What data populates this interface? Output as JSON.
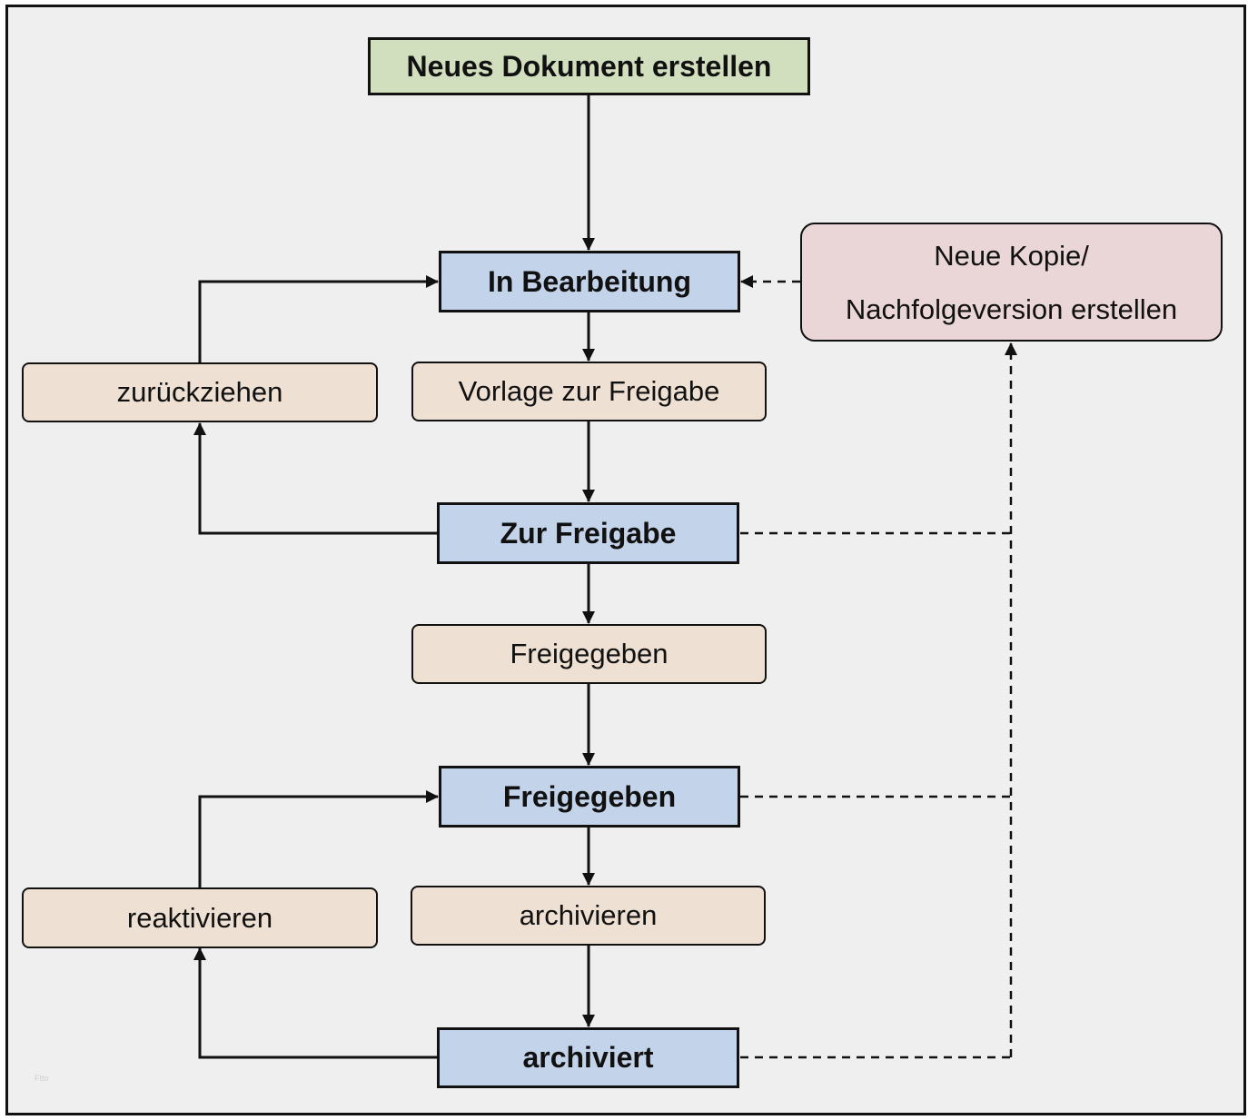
{
  "nodes": {
    "start": "Neues Dokument erstellen",
    "in_bearbeitung": "In Bearbeitung",
    "vorlage": "Vorlage zur Freigabe",
    "zurueckziehen": "zurückziehen",
    "zur_freigabe": "Zur Freigabe",
    "freigegeben_action": "Freigegeben",
    "freigegeben_state": "Freigegeben",
    "reaktivieren": "reaktivieren",
    "archivieren": "archivieren",
    "archiviert": "archiviert",
    "neue_kopie_line1": "Neue Kopie/",
    "neue_kopie_line2": "Nachfolgeversion erstellen"
  },
  "colors": {
    "start_fill": "#d2dfbe",
    "state_fill": "#c3d3ea",
    "action_fill": "#eee0d3",
    "copy_fill": "#ead6d6",
    "background": "#efefef",
    "stroke": "#111111"
  },
  "watermark": "Ftto"
}
